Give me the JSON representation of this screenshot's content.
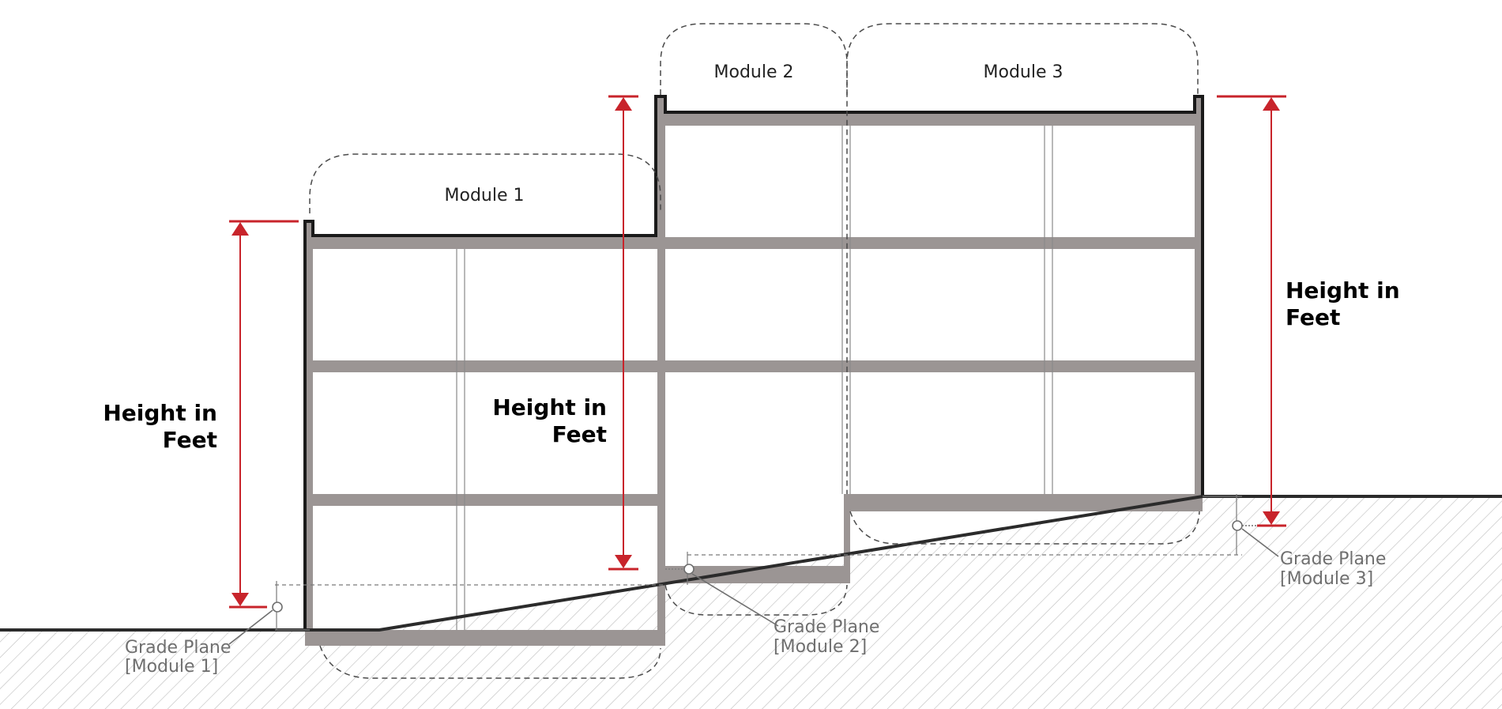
{
  "modules": [
    {
      "label": "Module 1"
    },
    {
      "label": "Module 2"
    },
    {
      "label": "Module 3"
    }
  ],
  "height_labels": [
    {
      "line1": "Height in",
      "line2": "Feet"
    },
    {
      "line1": "Height in",
      "line2": "Feet"
    },
    {
      "line1": "Height in",
      "line2": "Feet"
    }
  ],
  "grade_planes": [
    {
      "line1": "Grade Plane",
      "line2": "[Module 1]"
    },
    {
      "line1": "Grade Plane",
      "line2": "[Module 2]"
    },
    {
      "line1": "Grade Plane",
      "line2": "[Module 3]"
    }
  ],
  "colors": {
    "dimension": "#c8242b",
    "slab": "#9b9594",
    "outline": "#1a1a1a",
    "hatch": "#b8b8b8",
    "grade_callout": "#6f6f6f"
  }
}
